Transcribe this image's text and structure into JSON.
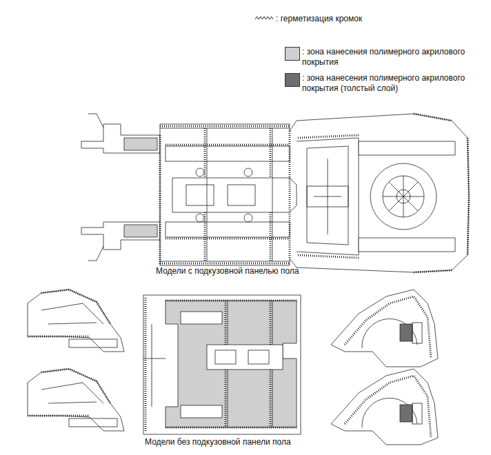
{
  "diagram": {
    "labels": [
      "Модели с подкузовной панелью пола",
      "Модели без подкузовной панели пола"
    ],
    "legend": [
      {
        "text": ": герметизация кромок"
      },
      {
        "text": ": зона нанесения полимерного акрилового покрытия",
        "color": "#cfcfcf"
      },
      {
        "text": ": зона нанесения полимерного акрилового покрытия (толстый слой)",
        "color": "#6e6e6e"
      }
    ]
  }
}
